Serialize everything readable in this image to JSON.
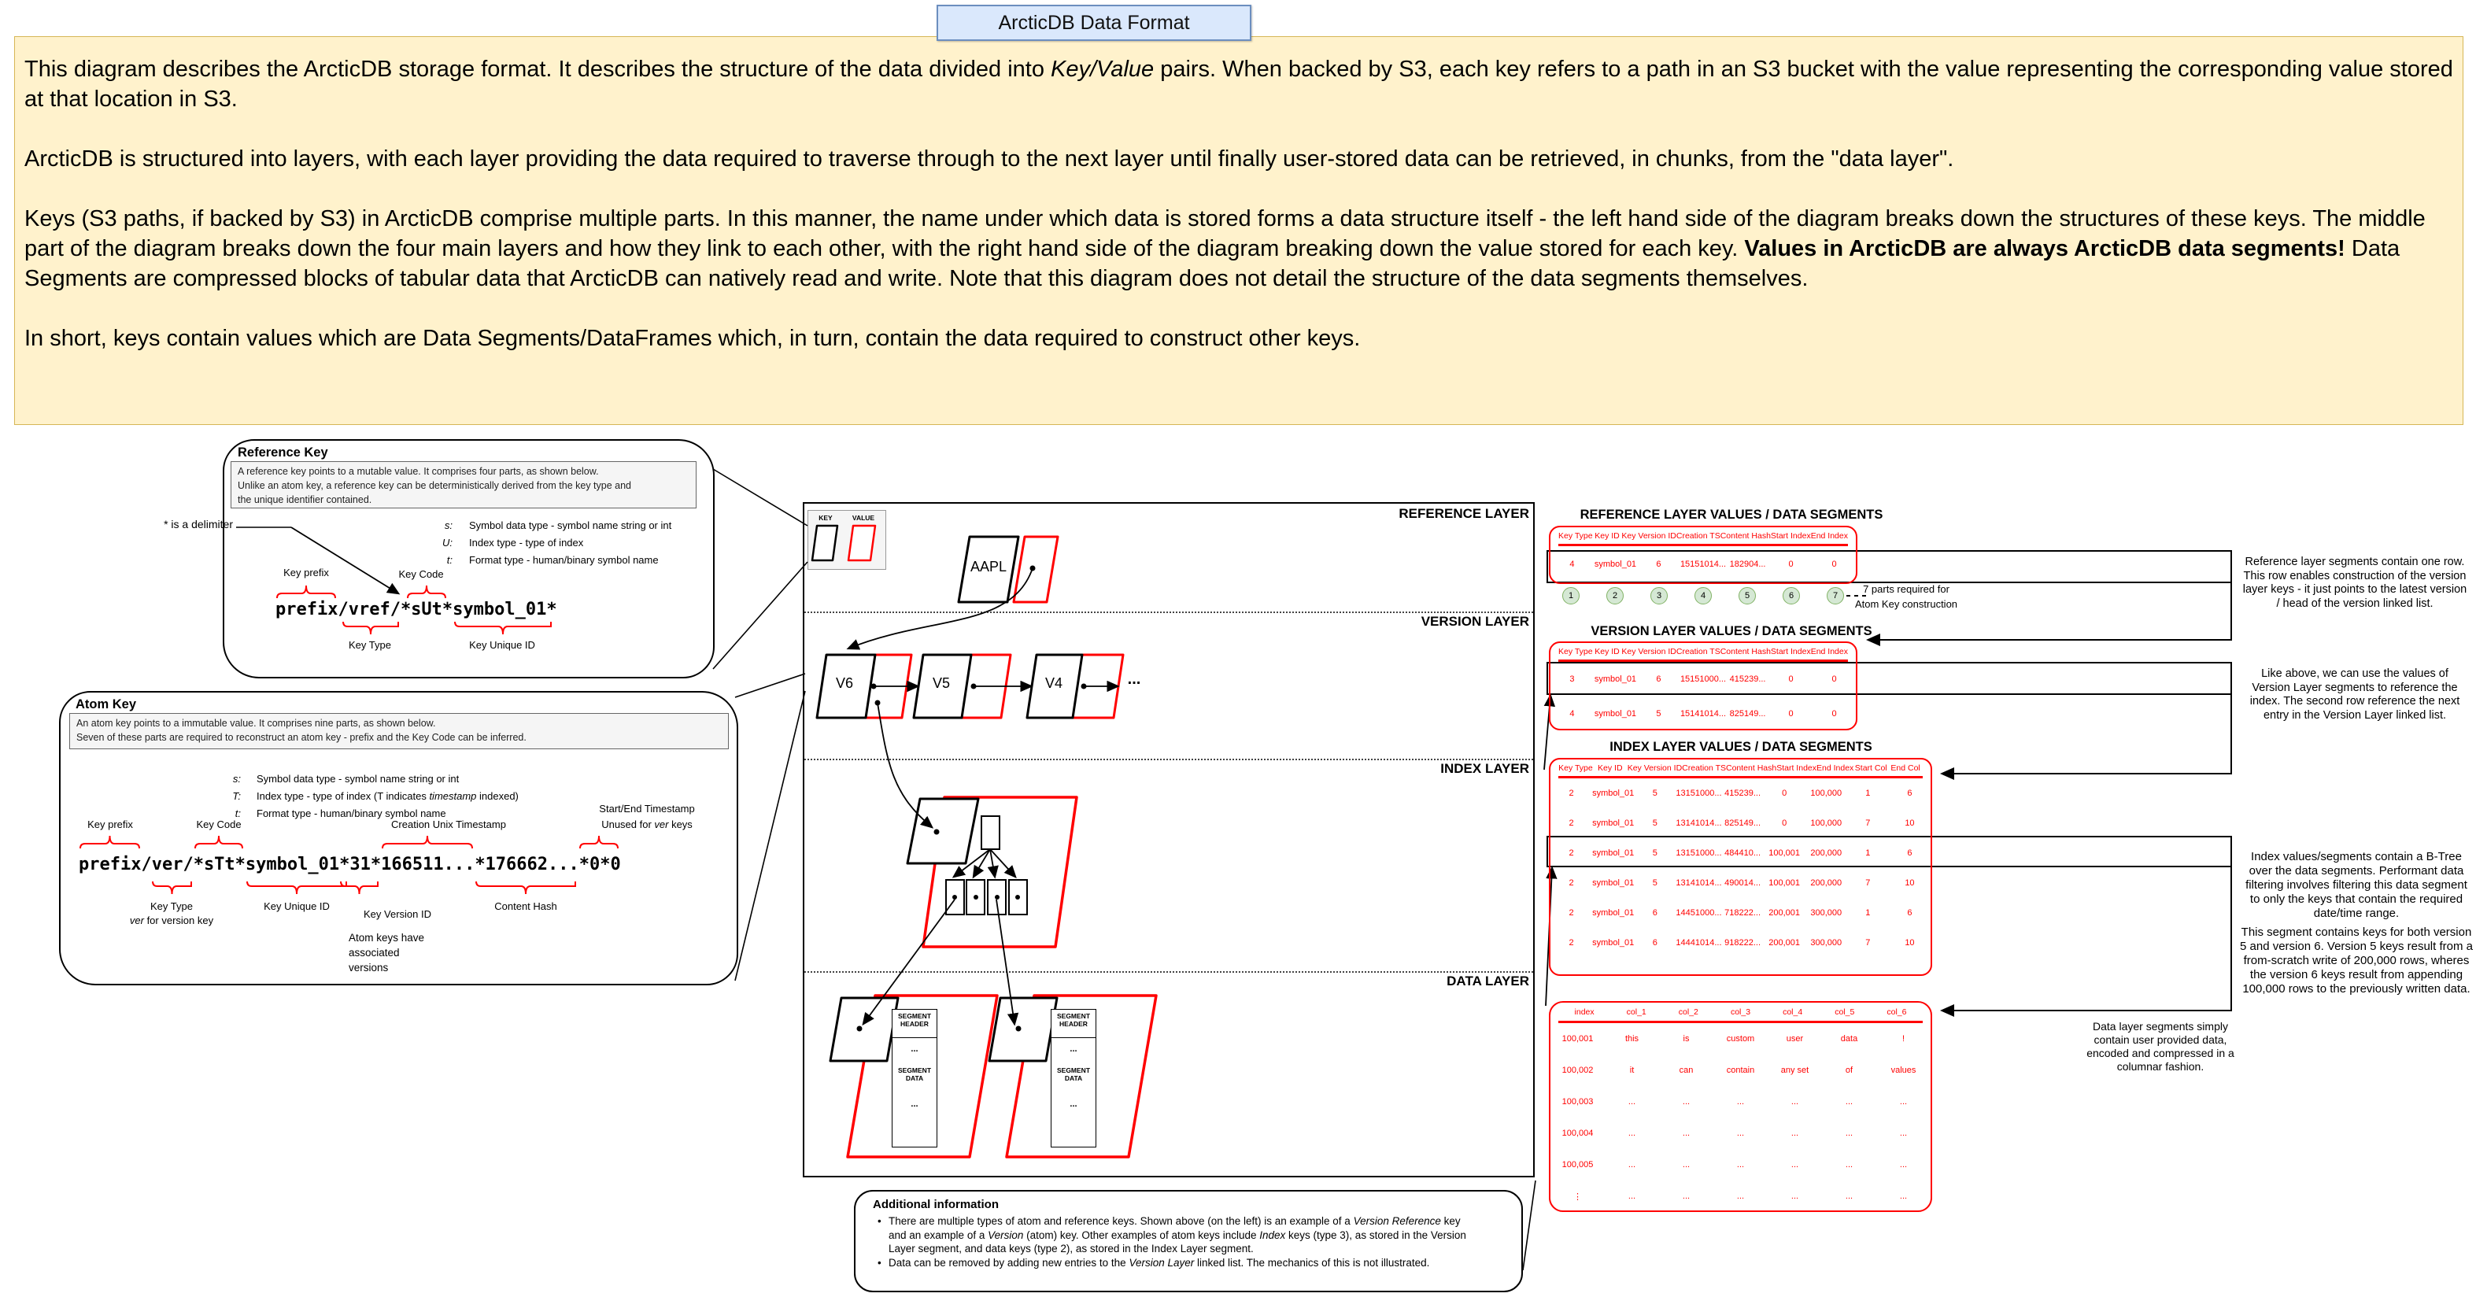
{
  "title": "ArcticDB Data Format",
  "intro": {
    "paragraphs": [
      [
        {
          "t": "This diagram describes the ArcticDB storage format. It describes the structure of the data divided into "
        },
        {
          "t": "Key/Value",
          "i": true
        },
        {
          "t": " pairs. When backed by S3, each key refers to a path in an S3 bucket with the value representing the corresponding value stored at that location in S3."
        }
      ],
      [
        {
          "t": "ArcticDB is structured into layers, with each layer providing the data required to traverse through to the next layer until finally user-stored data can be retrieved, in chunks, from the \"data layer\"."
        }
      ],
      [
        {
          "t": "Keys (S3 paths, if backed by S3) in ArcticDB comprise multiple parts. In this manner, the name under which data is stored forms a data structure itself - the left hand side of the diagram breaks down the structures of these keys. The middle part of the diagram breaks down the four main layers and how they link to each other, with the right hand side of the diagram breaking down the value stored for each key. "
        },
        {
          "t": "Values in ArcticDB are always ArcticDB data segments!",
          "b": true
        },
        {
          "t": " Data Segments are compressed blocks of tabular data that ArcticDB can natively read and write. Note that this diagram does not detail the structure of the data segments themselves."
        }
      ],
      [
        {
          "t": "In short, keys contain values which are Data Segments/DataFrames which, in turn, contain the data required to construct other keys."
        }
      ]
    ]
  },
  "reference_key": {
    "title": "Reference Key",
    "description": [
      "A reference key points to a mutable value. It comprises four parts, as shown below.",
      "Unlike an atom key, a reference key can be deterministically derived from the key type and",
      "the unique identifier contained."
    ],
    "legend": [
      {
        "code": "s:",
        "text": [
          {
            "t": "Symbol data type - symbol name string or int"
          }
        ]
      },
      {
        "code": "U:",
        "text": [
          {
            "t": "Index type - type of index"
          }
        ]
      },
      {
        "code": "t:",
        "text": [
          {
            "t": "Format type - human/binary symbol name"
          }
        ]
      }
    ],
    "key_code_label": "Key Code",
    "key_prefix_label": "Key prefix",
    "key_text": "prefix/vref/*sUt*symbol_01*",
    "key_type_label": "Key Type",
    "key_unique_id_label": "Key Unique ID",
    "delimiter_note": "* is a delimiter"
  },
  "atom_key": {
    "title": "Atom Key",
    "description": [
      "An atom key points to a immutable value. It comprises nine parts, as shown below.",
      "Seven of these parts are required to reconstruct an atom key - prefix and the Key Code can be inferred."
    ],
    "legend": [
      {
        "code": "s:",
        "text": [
          {
            "t": "Symbol data type - symbol name string or int"
          }
        ]
      },
      {
        "code": "T:",
        "text": [
          {
            "t": "Index type - type of index (T indicates "
          },
          {
            "t": "timestamp",
            "i": true
          },
          {
            "t": " indexed)"
          }
        ]
      },
      {
        "code": "t:",
        "text": [
          {
            "t": "Format type - human/binary symbol name"
          }
        ]
      }
    ],
    "key_prefix_label": "Key prefix",
    "key_code_label": "Key Code",
    "creation_ts_label": "Creation Unix Timestamp",
    "start_end_label_1": "Start/End Timestamp",
    "start_end_label_2": [
      {
        "t": "Unused for "
      },
      {
        "t": "ver",
        "i": true
      },
      {
        "t": " keys"
      }
    ],
    "key_text": "prefix/ver/*sTt*symbol_01*31*166511...*176662...*0*0",
    "key_type_label_1": "Key Type",
    "key_type_label_2": [
      {
        "t": "ver",
        "i": true
      },
      {
        "t": " for version key"
      }
    ],
    "key_unique_id_label": "Key Unique ID",
    "key_version_id_label": "Key Version ID",
    "content_hash_label": "Content Hash",
    "versions_note": [
      "Atom keys have",
      "associated",
      "versions"
    ]
  },
  "panel": {
    "legend": {
      "key": "KEY",
      "value": "VALUE"
    },
    "layers": {
      "reference": "REFERENCE LAYER",
      "version": "VERSION LAYER",
      "index": "INDEX LAYER",
      "data": "DATA LAYER"
    },
    "nodes": {
      "aapl": "AAPL",
      "v6": "V6",
      "v5": "V5",
      "v4": "V4",
      "more": "..."
    },
    "segment": {
      "header": "SEGMENT HEADER",
      "dots": "...",
      "data": "SEGMENT DATA"
    }
  },
  "tables": {
    "reference": {
      "title": "REFERENCE LAYER VALUES / DATA SEGMENTS",
      "headers": [
        "Key Type",
        "Key ID",
        "Key Version ID",
        "Creation TS",
        "Content Hash",
        "Start Index",
        "End Index"
      ],
      "rows": [
        [
          "4",
          "symbol_01",
          "6",
          "15151014...",
          "182904...",
          "0",
          "0"
        ]
      ]
    },
    "version": {
      "title": "VERSION LAYER VALUES / DATA SEGMENTS",
      "headers": [
        "Key Type",
        "Key ID",
        "Key Version ID",
        "Creation TS",
        "Content Hash",
        "Start Index",
        "End Index"
      ],
      "rows": [
        [
          "3",
          "symbol_01",
          "6",
          "15151000...",
          "415239...",
          "0",
          "0"
        ],
        [
          "4",
          "symbol_01",
          "5",
          "15141014...",
          "825149...",
          "0",
          "0"
        ]
      ]
    },
    "index": {
      "title": "INDEX LAYER VALUES / DATA SEGMENTS",
      "headers": [
        "Key Type",
        "Key ID",
        "Key Version ID",
        "Creation TS",
        "Content Hash",
        "Start Index",
        "End Index",
        "Start Col",
        "End Col"
      ],
      "rows": [
        [
          "2",
          "symbol_01",
          "5",
          "13151000...",
          "415239...",
          "0",
          "100,000",
          "1",
          "6"
        ],
        [
          "2",
          "symbol_01",
          "5",
          "13141014...",
          "825149...",
          "0",
          "100,000",
          "7",
          "10"
        ],
        [
          "2",
          "symbol_01",
          "5",
          "13151000...",
          "484410...",
          "100,001",
          "200,000",
          "1",
          "6"
        ],
        [
          "2",
          "symbol_01",
          "5",
          "13141014...",
          "490014...",
          "100,001",
          "200,000",
          "7",
          "10"
        ],
        [
          "2",
          "symbol_01",
          "6",
          "14451000...",
          "718222...",
          "200,001",
          "300,000",
          "1",
          "6"
        ],
        [
          "2",
          "symbol_01",
          "6",
          "14441014...",
          "918222...",
          "200,001",
          "300,000",
          "7",
          "10"
        ]
      ]
    },
    "data": {
      "headers": [
        "index",
        "col_1",
        "col_2",
        "col_3",
        "col_4",
        "col_5",
        "col_6"
      ],
      "rows": [
        [
          "100,001",
          "this",
          "is",
          "custom",
          "user",
          "data",
          "!"
        ],
        [
          "100,002",
          "it",
          "can",
          "contain",
          "any set",
          "of",
          "values"
        ],
        [
          "100,003",
          "...",
          "...",
          "...",
          "...",
          "...",
          "..."
        ],
        [
          "100,004",
          "...",
          "...",
          "...",
          "...",
          "...",
          "..."
        ],
        [
          "100,005",
          "...",
          "...",
          "...",
          "...",
          "...",
          "..."
        ],
        [
          "⋮",
          "...",
          "...",
          "...",
          "...",
          "...",
          "..."
        ]
      ]
    }
  },
  "annotations": {
    "parts": [
      "1",
      "2",
      "3",
      "4",
      "5",
      "6",
      "7"
    ],
    "parts_note": [
      "7 parts required for",
      "Atom Key construction"
    ],
    "reference_note": "Reference layer segments contain one row. This row enables construction of the version layer keys - it just points to the latest version / head of the version linked list.",
    "version_note": "Like above, we can use the values of Version Layer segments to reference the index. The second row reference the next entry in the Version Layer linked list.",
    "index_note_1": "Index values/segments contain a B-Tree over the data segments. Performant data filtering involves filtering this data segment to only the keys that contain the required date/time range.",
    "index_note_2": "This segment contains keys for both version 5 and version 6. Version 5 keys result from a from-scratch write of 200,000 rows, wheres the version 6 keys result from appending 100,000 rows to the previously written data.",
    "data_note": "Data layer segments simply contain user provided data, encoded and compressed in a columnar fashion."
  },
  "additional_info": {
    "title": "Additional information",
    "bullets": [
      [
        {
          "t": "There are multiple types of atom and reference keys. Shown above (on the left) is an example of a "
        },
        {
          "t": "Version Reference",
          "i": true
        },
        {
          "t": " key and an example of a "
        },
        {
          "t": "Version",
          "i": true
        },
        {
          "t": " (atom) key. Other examples of atom keys include "
        },
        {
          "t": "Index",
          "i": true
        },
        {
          "t": " keys (type 3), as stored in the Version Layer segment, and data keys (type 2), as stored in the Index Layer segment."
        }
      ],
      [
        {
          "t": "Data can be removed by adding new entries to the "
        },
        {
          "t": "Version",
          "i": true
        },
        {
          "t": " "
        },
        {
          "t": "Layer",
          "i": true
        },
        {
          "t": " linked list. The mechanics of this is not illustrated."
        }
      ]
    ]
  }
}
